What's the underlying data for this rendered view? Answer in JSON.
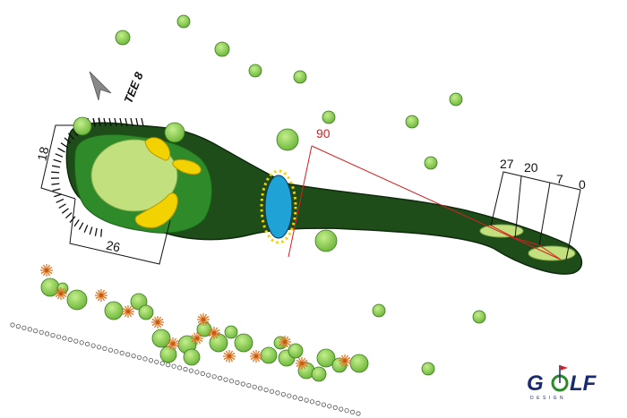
{
  "tee_label": "TEE 8",
  "yardage_markers": {
    "green_depth": "18",
    "green_width": "26",
    "carry": "90",
    "m27": "27",
    "m20": "20",
    "m7": "7",
    "m0": "0"
  },
  "logo": {
    "word_start": "G",
    "word_end": "LF",
    "sub": "DESIGN"
  },
  "colors": {
    "rough": "#1e4d1a",
    "fairway": "#2f8a2a",
    "green": "#c3e07e",
    "bunker": "#f2d200",
    "water": "#1fa2d6",
    "tree": "#8fcf52",
    "bush": "#e07b2a",
    "yardage_line": "#d42020",
    "logo": "#1a2a6e"
  },
  "icons": [
    "north-arrow-icon",
    "tree-icon",
    "bush-icon",
    "flag-icon"
  ]
}
